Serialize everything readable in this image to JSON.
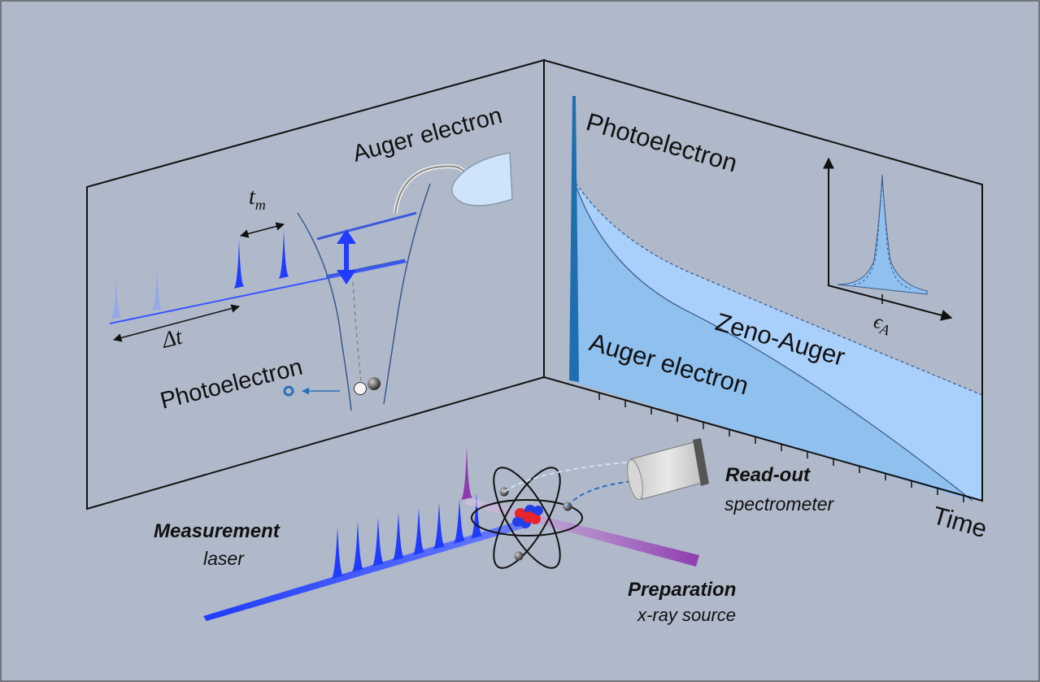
{
  "colors": {
    "background": "#b0b9ca",
    "panel_stroke": "#111111",
    "pulse_blue": "#1f3cff",
    "decay_dark": "#1f6fb0",
    "auger_fill": "#8fc0ee",
    "zeno_fill": "#a9d0fb",
    "prep_purple": "#8e3bb0"
  },
  "left_panel": {
    "tm_label": "t",
    "tm_subscript": "m",
    "dt_label": "Δt",
    "auger_label": "Auger electron",
    "photo_label": "Photoelectron"
  },
  "right_panel": {
    "photo_label": "Photoelectron",
    "zeno_label": "Zeno-Auger",
    "auger_label": "Auger electron",
    "inset_x_label": "ϵ",
    "inset_x_subscript": "A",
    "time_label": "Time"
  },
  "floor": {
    "measurement_title": "Measurement",
    "measurement_sub": "laser",
    "readout_title": "Read-out",
    "readout_sub": "spectrometer",
    "prep_title": "Preparation",
    "prep_sub": "x-ray source"
  }
}
